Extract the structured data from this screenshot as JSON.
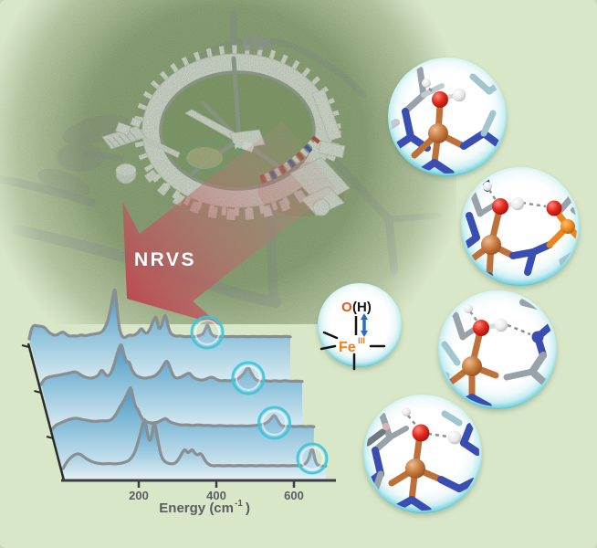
{
  "labels": {
    "nrvs": "NRVS",
    "energy_prefix": "Energy (cm",
    "energy_sup": "-1",
    "energy_suffix": ")",
    "energy_full": "Energy (cm⁻¹)"
  },
  "schematic": {
    "o": "O",
    "h_paren": "(H)",
    "fe": "Fe",
    "roman": "III"
  },
  "colors": {
    "page_bg": "#d9e7c9",
    "grass_dark": "#7e986a",
    "grass_light": "#b9cba4",
    "road": "#8f9a92",
    "ring_white": "#edefee",
    "arrow_red": "#bb4750",
    "nrvs_text": "#ffffff",
    "spectrum_fill_top": "#4c98c4",
    "spectrum_fill_mid": "#97c7de",
    "spectrum_fill_bottom": "#e6f2f7",
    "spectrum_stroke": "#898e92",
    "axis": "#3c3f41",
    "tick_label": "#5a5e60",
    "highlight_ring": "#3cc6da",
    "bubble_rim": "#2cb0c8",
    "beamline_stripes": [
      "#c03a3a",
      "#f4f4f4",
      "#3a4fc0",
      "#f4f4f4"
    ],
    "schematic_o": "#e8541e",
    "schematic_fe": "#f08018",
    "schematic_arrow_blue": "#2b6bc8",
    "atoms": {
      "fe_bond": "#bd7038",
      "n": "#3a4db0",
      "c": "#98a2a8",
      "c_light": "#c2cad0",
      "teal": "#a2c6ce",
      "p": "#e8871f",
      "oh_stick": "#d8d8d8",
      "dark": "#6f7a80",
      "dash": "#8a9098",
      "pink": "#d8b4b4"
    }
  },
  "chart_data": {
    "type": "area",
    "variant": "stacked-waterfall-NRVS-spectra",
    "title": "",
    "xlabel": "Energy (cm⁻¹)",
    "ylabel": "",
    "x_range": [
      0,
      685
    ],
    "x_ticks": [
      200,
      400,
      600
    ],
    "x_tick_labels": [
      "200",
      "400",
      "600"
    ],
    "grid": false,
    "legend": false,
    "series": [
      {
        "name": "spectrum-1-back",
        "highlight": {
          "energy_cm": 466
        },
        "points": [
          [
            7,
            0
          ],
          [
            12,
            0.18
          ],
          [
            18,
            0.27
          ],
          [
            30,
            0.25
          ],
          [
            45,
            0.24
          ],
          [
            55,
            0.15
          ],
          [
            62,
            0.1
          ],
          [
            75,
            0.06
          ],
          [
            88,
            0.12
          ],
          [
            95,
            0.14
          ],
          [
            103,
            0.08
          ],
          [
            112,
            0.05
          ],
          [
            120,
            0.06
          ],
          [
            132,
            0.05
          ],
          [
            140,
            0.08
          ],
          [
            150,
            0.06
          ],
          [
            158,
            0.07
          ],
          [
            170,
            0.09
          ],
          [
            180,
            0.1
          ],
          [
            192,
            0.12
          ],
          [
            200,
            0.18
          ],
          [
            210,
            0.35
          ],
          [
            218,
            0.62
          ],
          [
            224,
            0.88
          ],
          [
            228,
            1.0
          ],
          [
            232,
            0.72
          ],
          [
            236,
            0.4
          ],
          [
            240,
            0.18
          ],
          [
            246,
            0.05
          ],
          [
            252,
            0.02
          ],
          [
            258,
            0.04
          ],
          [
            266,
            0.08
          ],
          [
            274,
            0.06
          ],
          [
            286,
            0.1
          ],
          [
            296,
            0.22
          ],
          [
            302,
            0.14
          ],
          [
            310,
            0.1
          ],
          [
            318,
            0.18
          ],
          [
            326,
            0.34
          ],
          [
            334,
            0.46
          ],
          [
            338,
            0.3
          ],
          [
            344,
            0.16
          ],
          [
            352,
            0.36
          ],
          [
            358,
            0.5
          ],
          [
            364,
            0.28
          ],
          [
            370,
            0.12
          ],
          [
            378,
            0.07
          ],
          [
            386,
            0.05
          ],
          [
            396,
            0.06
          ],
          [
            408,
            0.04
          ],
          [
            420,
            0.05
          ],
          [
            432,
            0.04
          ],
          [
            445,
            0.06
          ],
          [
            455,
            0.09
          ],
          [
            462,
            0.2
          ],
          [
            466,
            0.29
          ],
          [
            470,
            0.22
          ],
          [
            476,
            0.09
          ],
          [
            484,
            0.05
          ],
          [
            494,
            0.04
          ],
          [
            506,
            0.05
          ],
          [
            518,
            0.04
          ],
          [
            530,
            0.05
          ],
          [
            544,
            0.04
          ],
          [
            558,
            0.05
          ],
          [
            570,
            0.04
          ],
          [
            584,
            0.05
          ],
          [
            598,
            0.04
          ],
          [
            612,
            0.05
          ],
          [
            626,
            0.04
          ],
          [
            640,
            0.05
          ],
          [
            654,
            0.04
          ],
          [
            668,
            0.05
          ],
          [
            680,
            0.04
          ]
        ]
      },
      {
        "name": "spectrum-2",
        "highlight": {
          "energy_cm": 541
        },
        "points": [
          [
            7,
            0
          ],
          [
            14,
            0.1
          ],
          [
            24,
            0.14
          ],
          [
            36,
            0.16
          ],
          [
            50,
            0.18
          ],
          [
            64,
            0.2
          ],
          [
            78,
            0.22
          ],
          [
            92,
            0.25
          ],
          [
            100,
            0.24
          ],
          [
            110,
            0.18
          ],
          [
            122,
            0.14
          ],
          [
            134,
            0.12
          ],
          [
            146,
            0.14
          ],
          [
            155,
            0.18
          ],
          [
            163,
            0.3
          ],
          [
            170,
            0.22
          ],
          [
            178,
            0.16
          ],
          [
            186,
            0.2
          ],
          [
            196,
            0.4
          ],
          [
            206,
            0.68
          ],
          [
            214,
            0.82
          ],
          [
            220,
            0.6
          ],
          [
            228,
            0.42
          ],
          [
            234,
            0.46
          ],
          [
            240,
            0.3
          ],
          [
            250,
            0.18
          ],
          [
            262,
            0.14
          ],
          [
            274,
            0.12
          ],
          [
            288,
            0.14
          ],
          [
            300,
            0.16
          ],
          [
            314,
            0.26
          ],
          [
            324,
            0.4
          ],
          [
            332,
            0.48
          ],
          [
            340,
            0.32
          ],
          [
            348,
            0.16
          ],
          [
            356,
            0.12
          ],
          [
            368,
            0.14
          ],
          [
            380,
            0.2
          ],
          [
            390,
            0.23
          ],
          [
            398,
            0.14
          ],
          [
            410,
            0.1
          ],
          [
            424,
            0.08
          ],
          [
            436,
            0.12
          ],
          [
            448,
            0.15
          ],
          [
            458,
            0.1
          ],
          [
            470,
            0.07
          ],
          [
            482,
            0.08
          ],
          [
            494,
            0.07
          ],
          [
            506,
            0.09
          ],
          [
            518,
            0.12
          ],
          [
            530,
            0.22
          ],
          [
            541,
            0.36
          ],
          [
            550,
            0.2
          ],
          [
            560,
            0.09
          ],
          [
            572,
            0.06
          ],
          [
            584,
            0.08
          ],
          [
            596,
            0.06
          ],
          [
            610,
            0.08
          ],
          [
            622,
            0.06
          ],
          [
            636,
            0.08
          ],
          [
            650,
            0.06
          ],
          [
            664,
            0.07
          ],
          [
            680,
            0.06
          ]
        ]
      },
      {
        "name": "spectrum-3",
        "highlight": {
          "energy_cm": 580
        },
        "points": [
          [
            7,
            0
          ],
          [
            16,
            0.08
          ],
          [
            28,
            0.12
          ],
          [
            40,
            0.16
          ],
          [
            54,
            0.2
          ],
          [
            68,
            0.22
          ],
          [
            80,
            0.2
          ],
          [
            94,
            0.18
          ],
          [
            108,
            0.16
          ],
          [
            122,
            0.15
          ],
          [
            136,
            0.17
          ],
          [
            148,
            0.16
          ],
          [
            160,
            0.18
          ],
          [
            172,
            0.28
          ],
          [
            182,
            0.44
          ],
          [
            192,
            0.55
          ],
          [
            200,
            0.68
          ],
          [
            207,
            0.8
          ],
          [
            211,
            0.82
          ],
          [
            216,
            0.62
          ],
          [
            222,
            0.44
          ],
          [
            228,
            0.4
          ],
          [
            234,
            0.28
          ],
          [
            242,
            0.18
          ],
          [
            252,
            0.14
          ],
          [
            264,
            0.12
          ],
          [
            278,
            0.13
          ],
          [
            290,
            0.18
          ],
          [
            300,
            0.22
          ],
          [
            308,
            0.16
          ],
          [
            318,
            0.12
          ],
          [
            330,
            0.1
          ],
          [
            342,
            0.08
          ],
          [
            356,
            0.09
          ],
          [
            370,
            0.07
          ],
          [
            384,
            0.09
          ],
          [
            398,
            0.07
          ],
          [
            412,
            0.08
          ],
          [
            426,
            0.06
          ],
          [
            440,
            0.08
          ],
          [
            454,
            0.06
          ],
          [
            468,
            0.07
          ],
          [
            482,
            0.06
          ],
          [
            496,
            0.07
          ],
          [
            510,
            0.06
          ],
          [
            524,
            0.07
          ],
          [
            538,
            0.08
          ],
          [
            552,
            0.1
          ],
          [
            564,
            0.14
          ],
          [
            573,
            0.22
          ],
          [
            580,
            0.29
          ],
          [
            588,
            0.18
          ],
          [
            596,
            0.08
          ],
          [
            608,
            0.05
          ],
          [
            620,
            0.06
          ],
          [
            634,
            0.05
          ],
          [
            648,
            0.06
          ],
          [
            662,
            0.05
          ],
          [
            674,
            0.06
          ],
          [
            682,
            0.05
          ]
        ]
      },
      {
        "name": "spectrum-4-front",
        "highlight": {
          "energy_cm": 647
        },
        "points": [
          [
            5,
            0
          ],
          [
            12,
            0.1
          ],
          [
            20,
            0.18
          ],
          [
            30,
            0.25
          ],
          [
            40,
            0.29
          ],
          [
            50,
            0.28
          ],
          [
            60,
            0.22
          ],
          [
            72,
            0.16
          ],
          [
            84,
            0.12
          ],
          [
            96,
            0.1
          ],
          [
            110,
            0.09
          ],
          [
            124,
            0.1
          ],
          [
            138,
            0.09
          ],
          [
            152,
            0.1
          ],
          [
            164,
            0.12
          ],
          [
            176,
            0.16
          ],
          [
            188,
            0.28
          ],
          [
            198,
            0.5
          ],
          [
            206,
            0.74
          ],
          [
            212,
            0.92
          ],
          [
            216,
            0.98
          ],
          [
            222,
            0.7
          ],
          [
            228,
            0.52
          ],
          [
            233,
            0.62
          ],
          [
            238,
            0.88
          ],
          [
            241,
            0.91
          ],
          [
            246,
            0.7
          ],
          [
            252,
            0.44
          ],
          [
            258,
            0.24
          ],
          [
            266,
            0.14
          ],
          [
            276,
            0.1
          ],
          [
            286,
            0.09
          ],
          [
            296,
            0.11
          ],
          [
            306,
            0.22
          ],
          [
            314,
            0.34
          ],
          [
            320,
            0.38
          ],
          [
            326,
            0.3
          ],
          [
            332,
            0.34
          ],
          [
            338,
            0.38
          ],
          [
            344,
            0.3
          ],
          [
            352,
            0.26
          ],
          [
            358,
            0.3
          ],
          [
            364,
            0.26
          ],
          [
            372,
            0.14
          ],
          [
            380,
            0.08
          ],
          [
            390,
            0.05
          ],
          [
            404,
            0.06
          ],
          [
            418,
            0.05
          ],
          [
            432,
            0.06
          ],
          [
            446,
            0.05
          ],
          [
            460,
            0.06
          ],
          [
            474,
            0.05
          ],
          [
            488,
            0.06
          ],
          [
            502,
            0.05
          ],
          [
            516,
            0.06
          ],
          [
            530,
            0.05
          ],
          [
            544,
            0.06
          ],
          [
            558,
            0.05
          ],
          [
            572,
            0.06
          ],
          [
            586,
            0.05
          ],
          [
            600,
            0.06
          ],
          [
            614,
            0.05
          ],
          [
            628,
            0.07
          ],
          [
            638,
            0.18
          ],
          [
            644,
            0.35
          ],
          [
            647,
            0.39
          ],
          [
            651,
            0.3
          ],
          [
            656,
            0.12
          ],
          [
            662,
            0.06
          ],
          [
            672,
            0.05
          ],
          [
            682,
            0.05
          ]
        ]
      }
    ]
  }
}
